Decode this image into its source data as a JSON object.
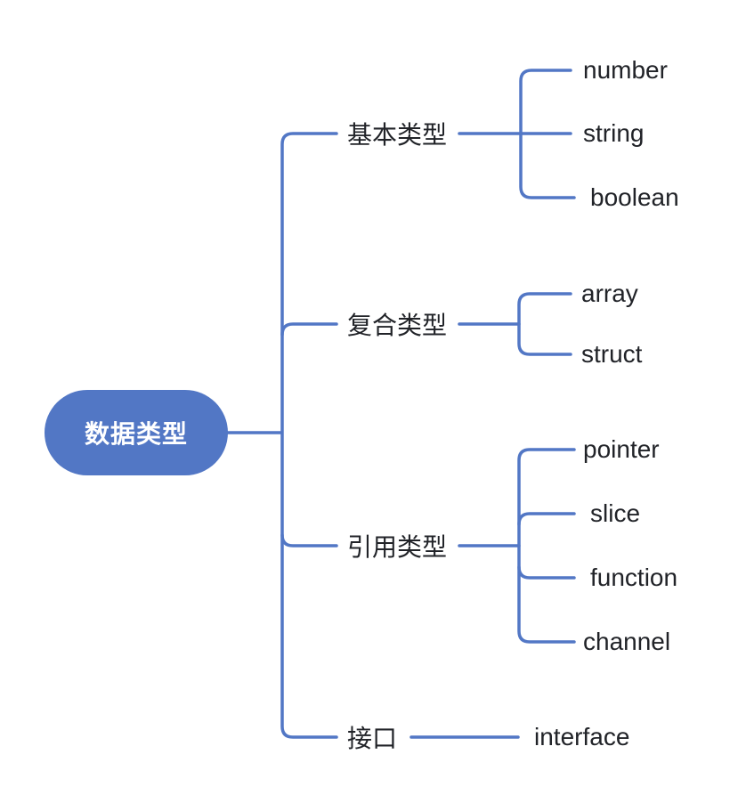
{
  "root": {
    "label": "数据类型"
  },
  "branches": [
    {
      "label": "基本类型",
      "children": [
        "number",
        "string",
        "boolean"
      ]
    },
    {
      "label": "复合类型",
      "children": [
        "array",
        "struct"
      ]
    },
    {
      "label": "引用类型",
      "children": [
        "pointer",
        "slice",
        "function",
        "channel"
      ]
    },
    {
      "label": "接口",
      "children": [
        "interface"
      ]
    }
  ],
  "colors": {
    "accent_blue": "#5277c5",
    "topic_text": "#212328",
    "root_text": "#ffffff",
    "background": "#ffffff"
  }
}
